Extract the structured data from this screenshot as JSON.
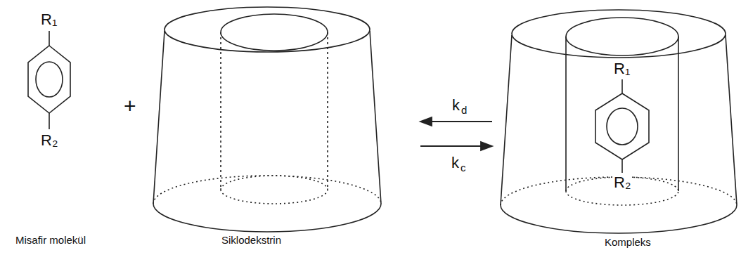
{
  "diagram": {
    "labels": [
      "R₁",
      "R₂",
      "+",
      "k",
      "d",
      "k",
      "c",
      "Misafir molekül",
      "Siklodekstrin",
      "Kompleks",
      "R₁",
      "R₂"
    ]
  }
}
